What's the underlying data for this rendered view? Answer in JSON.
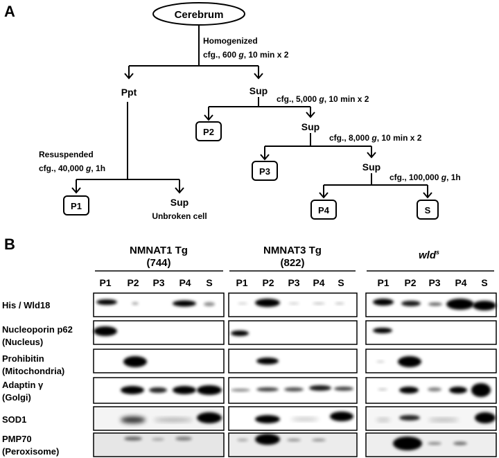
{
  "panelA": {
    "letter": "A",
    "root": "Cerebrum",
    "step1": {
      "line1": "Homogenized",
      "line2_pre": "cfg., 600 ",
      "g": "g",
      "line2_post": ", 10 min x 2"
    },
    "ppt": "Ppt",
    "sup1": "Sup",
    "step2": {
      "pre": "cfg., 5,000 ",
      "g": "g",
      "post": ", 10 min x 2"
    },
    "p2": "P2",
    "sup2": "Sup",
    "step3": {
      "pre": "cfg., 8,000 ",
      "g": "g",
      "post": ", 10 min x 2"
    },
    "p3": "P3",
    "sup3": "Sup",
    "step4": {
      "pre": "cfg., 100,000 ",
      "g": "g",
      "post": ", 1h"
    },
    "p4": "P4",
    "s": "S",
    "resusp": {
      "line1": "Resuspended",
      "line2_pre": "cfg., 40,000 ",
      "g": "g",
      "line2_post": ", 1h"
    },
    "p1": "P1",
    "sup_unbroken": "Sup",
    "unbroken": "Unbroken cell"
  },
  "panelB": {
    "letter": "B",
    "groups": [
      {
        "title": "NMNAT1 Tg",
        "subtitle": "(744)"
      },
      {
        "title": "NMNAT3 Tg",
        "subtitle": "(822)"
      },
      {
        "title": "wld",
        "superscript": "s"
      }
    ],
    "lanes": [
      "P1",
      "P2",
      "P3",
      "P4",
      "S"
    ],
    "rows": [
      {
        "label1": "His / Wld18",
        "label2": ""
      },
      {
        "label1": "Nucleoporin p62",
        "label2": "(Nucleus)"
      },
      {
        "label1": "Prohibitin",
        "label2": "(Mitochondria)"
      },
      {
        "label1": "Adaptin γ",
        "label2": "(Golgi)"
      },
      {
        "label1": "SOD1",
        "label2": ""
      },
      {
        "label1": "PMP70",
        "label2": "(Peroxisome)"
      }
    ]
  }
}
